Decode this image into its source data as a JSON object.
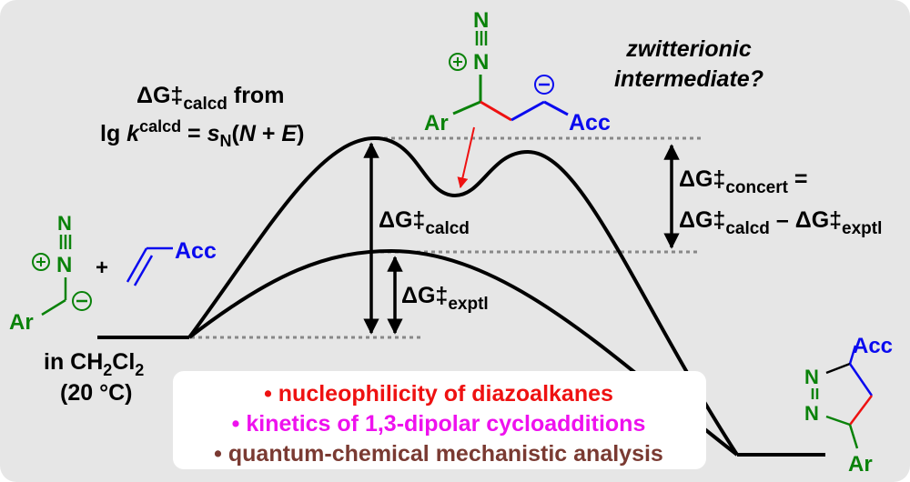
{
  "colors": {
    "background": "#e6e6e6",
    "green": "#0a820a",
    "blue": "#0a0aef",
    "red": "#ee1111",
    "magenta": "#ee11ee",
    "brown": "#7a3a32"
  },
  "heading": {
    "delta": "ΔG‡",
    "calcd_sub": "calcd",
    "from": " from",
    "eq_lg": "lg ",
    "eq_k": "k",
    "eq_calcd_sup": "calcd",
    "eq_eq": " = ",
    "eq_s": "s",
    "eq_N_sub": "N",
    "eq_open": "(",
    "eq_N": "N",
    "eq_plus": " + ",
    "eq_E": "E",
    "eq_close": ")"
  },
  "question": {
    "line1": "zwitterionic",
    "line2": "intermediate?"
  },
  "labels": {
    "delta": "ΔG‡",
    "calcd": "calcd",
    "exptl": "exptl",
    "concert": "concert",
    "equals": " =",
    "minus": " – "
  },
  "reactants": {
    "N": "N",
    "Ar": "Ar",
    "plus_charge": "+",
    "minus_charge": "−",
    "plus": "+",
    "Acc": "Acc",
    "solvent_in": "in CH",
    "solvent_2a": "2",
    "solvent_Cl": "Cl",
    "solvent_2b": "2",
    "temperature": "(20 °C)"
  },
  "intermediate": {
    "N": "N",
    "Ar": "Ar",
    "Acc": "Acc"
  },
  "product": {
    "N": "N",
    "Ar": "Ar",
    "Acc": "Acc"
  },
  "topics": [
    {
      "bullet": "•",
      "text": " nucleophilicity of diazoalkanes"
    },
    {
      "bullet": "•",
      "text": " kinetics of 1,3-dipolar cycloadditions"
    },
    {
      "bullet": "•",
      "text": " quantum-chemical mechanistic analysis"
    }
  ]
}
